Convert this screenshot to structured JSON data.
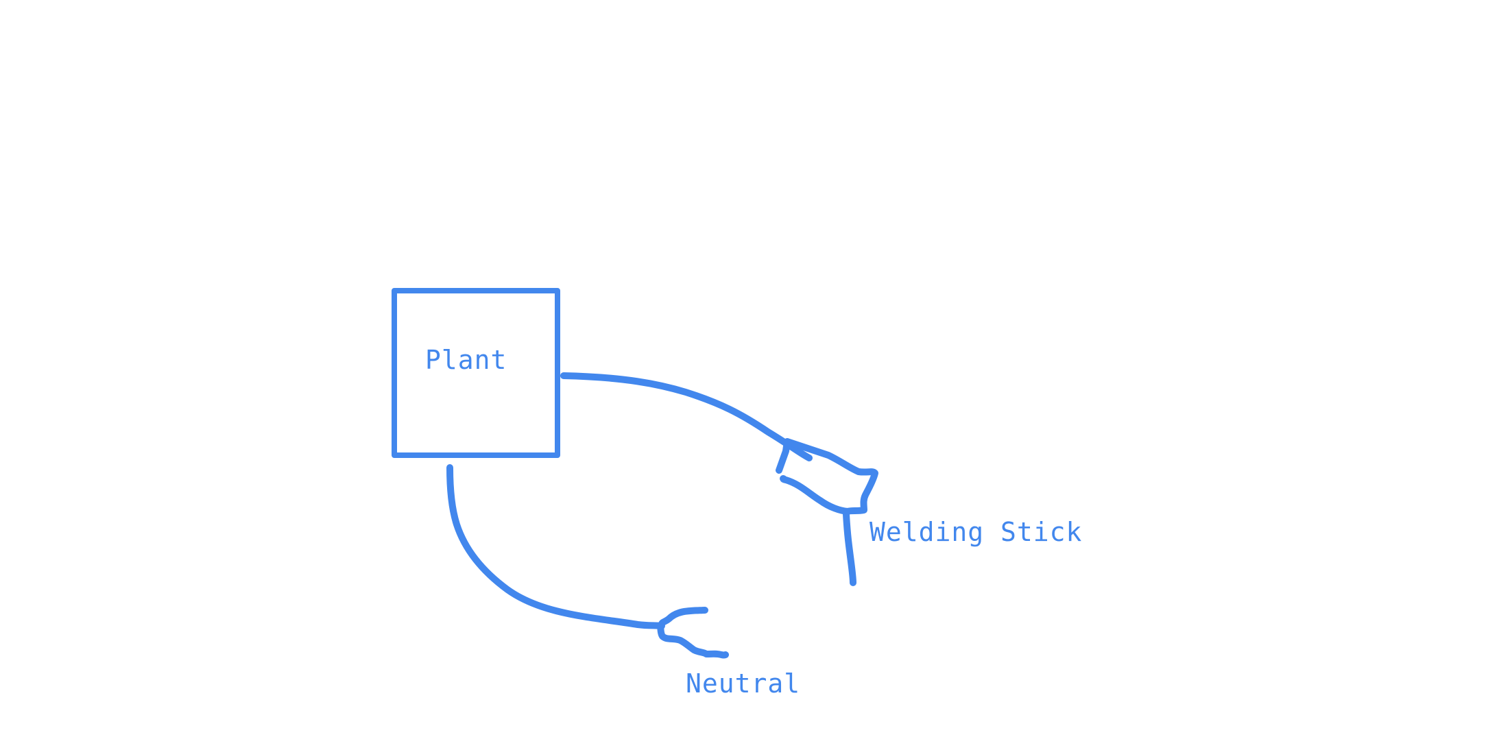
{
  "colors": {
    "ink": "#4287ED",
    "background": "#FFFFFF"
  },
  "nodes": {
    "plant": {
      "label": "Plant"
    },
    "welding_stick": {
      "label": "Welding Stick"
    },
    "neutral": {
      "label": "Neutral"
    }
  }
}
